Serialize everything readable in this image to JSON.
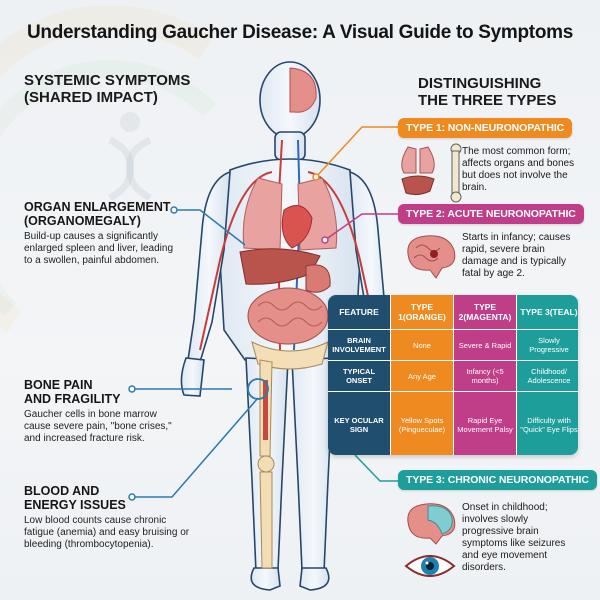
{
  "title": "Understanding Gaucher Disease: A Visual Guide to Symptoms",
  "left_section": {
    "heading_line1": "SYSTEMIC SYMPTOMS",
    "heading_line2": "(SHARED IMPACT)",
    "items": [
      {
        "title_line1": "ORGAN ENLARGEMENT",
        "title_line2": "(ORGANOMEGALY)",
        "description": "Build-up causes a significantly enlarged spleen and liver, leading to a swollen, painful abdomen."
      },
      {
        "title_line1": "BONE PAIN",
        "title_line2": "AND FRAGILITY",
        "description": "Gaucher cells in bone marrow cause severe pain, \"bone crises,\" and increased fracture risk."
      },
      {
        "title_line1": "BLOOD AND",
        "title_line2": "ENERGY ISSUES",
        "description": "Low blood counts cause chronic fatigue (anemia) and easy bruising or bleeding (thrombocytopenia)."
      }
    ]
  },
  "right_section": {
    "heading_line1": "DISTINGUISHING",
    "heading_line2": "THE THREE TYPES",
    "types": [
      {
        "label": "TYPE 1: NON-NEURONOPATHIC",
        "color": "#ee8a1f",
        "description": "The most common form; affects organs and bones but does not involve the brain.",
        "icons": [
          "lungs-icon",
          "liver-icon",
          "bone-icon"
        ]
      },
      {
        "label": "TYPE 2: ACUTE NEURONOPATHIC",
        "color": "#c03d88",
        "description": "Starts in infancy; causes rapid, severe brain damage and is typically fatal by age 2.",
        "icons": [
          "brain-icon"
        ]
      },
      {
        "label": "TYPE 3: CHRONIC NEURONOPATHIC",
        "color": "#1e9e9a",
        "description": "Onset in childhood; involves slowly progressive brain symptoms like seizures and eye movement disorders.",
        "icons": [
          "brain-icon",
          "eye-icon"
        ]
      }
    ]
  },
  "comparison_table": {
    "headers": [
      {
        "line1": "FEATURE",
        "line2": ""
      },
      {
        "line1": "TYPE 1",
        "line2": "(ORANGE)"
      },
      {
        "line1": "TYPE 2",
        "line2": "(MAGENTA)"
      },
      {
        "line1": "TYPE 3",
        "line2": "(TEAL)"
      }
    ],
    "rows": [
      {
        "feature": "BRAIN INVOLVEMENT",
        "type1": "None",
        "type2": "Severe & Rapid",
        "type3": "Slowly Progressive"
      },
      {
        "feature": "TYPICAL ONSET",
        "type1": "Any Age",
        "type2": "Infancy (<5 months)",
        "type3": "Childhood/ Adolescence"
      },
      {
        "feature": "KEY OCULAR SIGN",
        "type1": "Yellow Spots (Pingueculae)",
        "type2": "Rapid Eye Movement Palsy",
        "type3": "Difficulty with \"Quick\" Eye Flips"
      }
    ]
  },
  "colors": {
    "type1": "#ee8a1f",
    "type2": "#c03d88",
    "type3": "#1e9e9a",
    "feature_column": "#1f4e6e",
    "connector_blue": "#2a7bb0"
  }
}
